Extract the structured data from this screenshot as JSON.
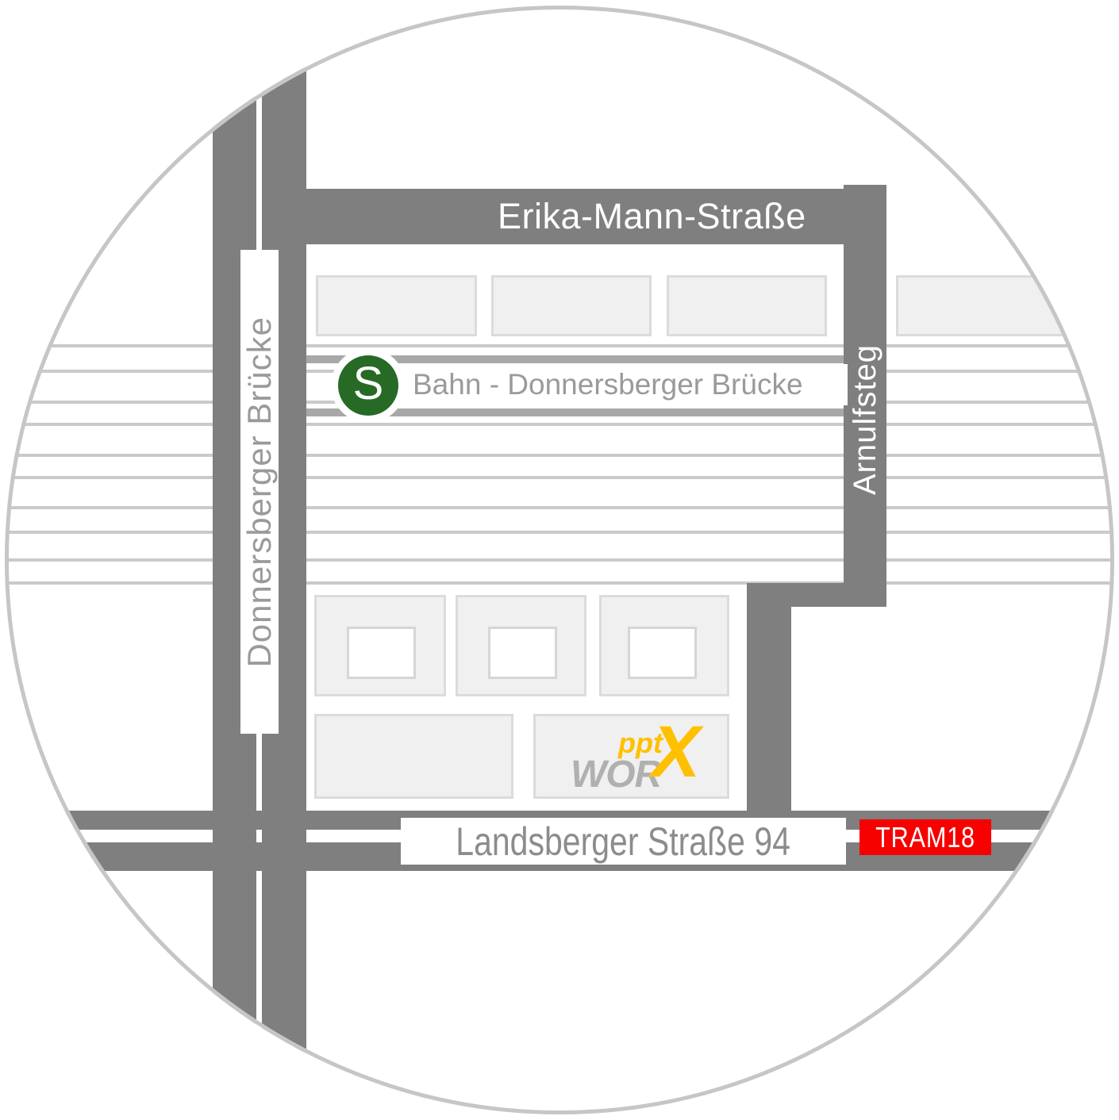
{
  "streets": {
    "erika_mann": "Erika-Mann-Straße",
    "donnersberger_bruecke": "Donnersberger Brücke",
    "arnulfsteg": "Arnulfsteg",
    "landsberger": "Landsberger Straße 94"
  },
  "station": {
    "badge_letter": "S",
    "name": "Bahn - Donnersberger Brücke"
  },
  "tram": {
    "badge": "TRAM18"
  },
  "brand_logo": {
    "ppt": "ppt",
    "wor": "WOR",
    "x": "X"
  },
  "colors": {
    "road": "#7f7f7f",
    "rail_line": "#cacaca",
    "platform_band": "#a8a8a8",
    "building_fill": "#f0f0f0",
    "building_border": "#dbdbdb",
    "circle_outline": "#c6c6c6",
    "sbahn_green": "#266a26",
    "tram_red": "#f70000",
    "logo_yellow": "#ffc000",
    "logo_gray": "#b0b0b0",
    "muted_text": "#9a9a9a",
    "street_text": "#ffffff"
  }
}
